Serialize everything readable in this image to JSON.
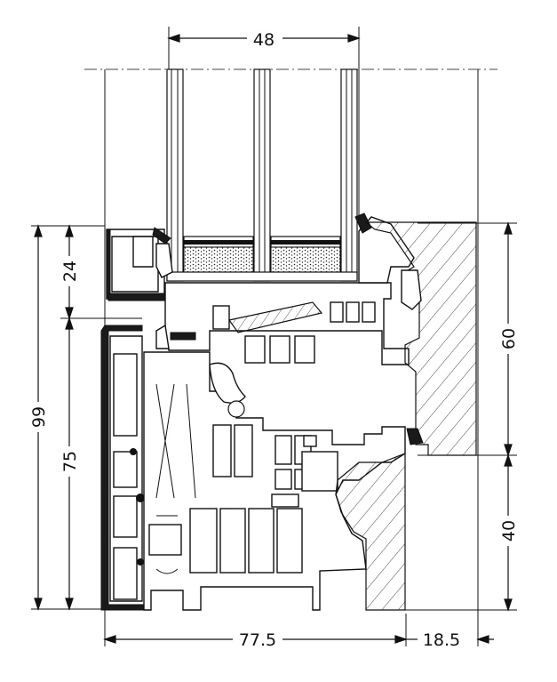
{
  "dimensions": {
    "glass_width": "48",
    "height_top": "24",
    "height_total": "99",
    "height_frame": "75",
    "right_upper": "60",
    "right_lower": "40",
    "width_main": "77.5",
    "width_side": "18.5"
  },
  "colors": {
    "line": "#111111",
    "background": "#ffffff",
    "seal": "#1a1a1a"
  }
}
